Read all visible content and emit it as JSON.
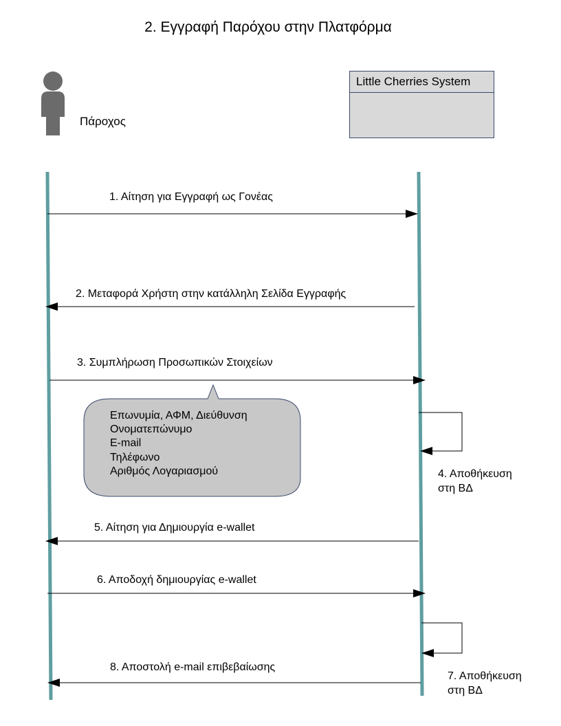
{
  "title": "2. Εγγραφή Παρόχου στην Πλατφόρμα",
  "actor": {
    "label": "Πάροχος",
    "icon": "person-icon"
  },
  "system": {
    "label": "Little Cherries System"
  },
  "messages": [
    "1. Αίτηση για Εγγραφή ως Γονέας",
    "2.  Μεταφορά Χρήστη στην κατάλληλη Σελίδα Εγγραφής",
    "3. Συμπλήρωση Προσωπικών Στοιχείων",
    "5. Αίτηση για Δημιουργία e-wallet",
    "6. Αποδοχή δημιουργίας e-wallet",
    "8. Αποστολή e-mail επιβεβαίωσης"
  ],
  "note": [
    "Επωνυμία, ΑΦΜ, Διεύθυνση",
    "Ονοματεπώνυμο",
    "E-mail",
    "Τηλέφωνο",
    "Αριθμός Λογαριασμού"
  ],
  "self_messages": [
    "4. Αποθήκευση\nστη ΒΔ",
    "7. Αποθήκευση\nστη ΒΔ"
  ],
  "colors": {
    "lifeline": "#5f9ea0",
    "actor": "#6b6b6b",
    "system_box": "#d9d9d9",
    "note_fill": "#c8c8c8"
  }
}
